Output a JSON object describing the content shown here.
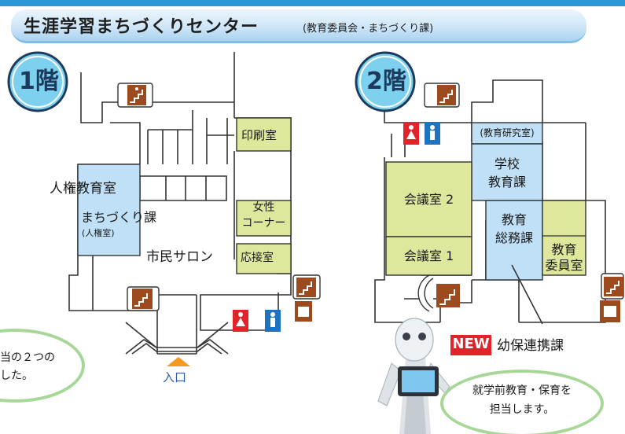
{
  "header": {
    "title": "生涯学習まちづくりセンター",
    "subtitle": "(教育委員会・まちづくり課)"
  },
  "floor1": {
    "badge": "1階",
    "rooms": {
      "printing": "印刷室",
      "human_rights": "人権教育室",
      "machizukuri_line1": "まちづくり課",
      "machizukuri_line2": "(人権室)",
      "women_line1": "女性",
      "women_line2": "コーナー",
      "reception": "応接室",
      "salon": "市民サロン"
    },
    "entrance": "入口"
  },
  "floor2": {
    "badge": "2階",
    "rooms": {
      "research": "(教育研究室)",
      "school_line1": "学校",
      "school_line2": "教育課",
      "conf2": "会議室 2",
      "general_line1": "教育",
      "general_line2": "総務課",
      "board_line1": "教育",
      "board_line2": "委員室",
      "conf1": "会議室 1"
    },
    "new_badge": "NEW",
    "new_dept": "幼保連携課"
  },
  "bubbles": {
    "left_line1": "当の２つの",
    "left_line2": "した。",
    "right_line1": "就学前教育・保育を",
    "right_line2": "担当します。"
  },
  "colors": {
    "blue_room": "#bfe0f7",
    "olive_room": "#dfe79c",
    "header_bar": "#2c97d6",
    "badge_fill": "#7ed0ef",
    "bubble_border": "#a7d796",
    "new_red": "#e3232a",
    "entrance_orange": "#f39a1f"
  },
  "icons": [
    "stairs-icon",
    "elevator-icon",
    "toilet-female-icon",
    "toilet-male-icon",
    "robot-figure"
  ]
}
